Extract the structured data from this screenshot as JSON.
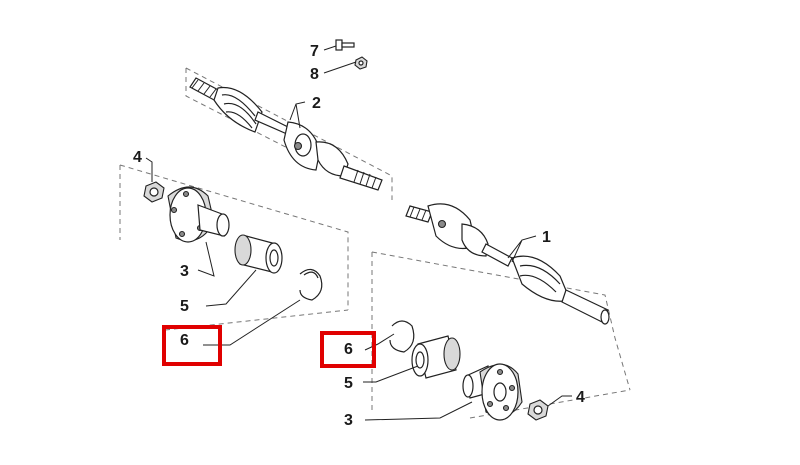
{
  "diagram": {
    "labels": {
      "part_1": "1",
      "part_2": "2",
      "part_3_left": "3",
      "part_3_right": "3",
      "part_4_left": "4",
      "part_4_right": "4",
      "part_5_left": "5",
      "part_5_right": "5",
      "part_6_left": "6",
      "part_6_right": "6",
      "part_7": "7",
      "part_8": "8"
    },
    "highlight_color": "#e00000"
  }
}
